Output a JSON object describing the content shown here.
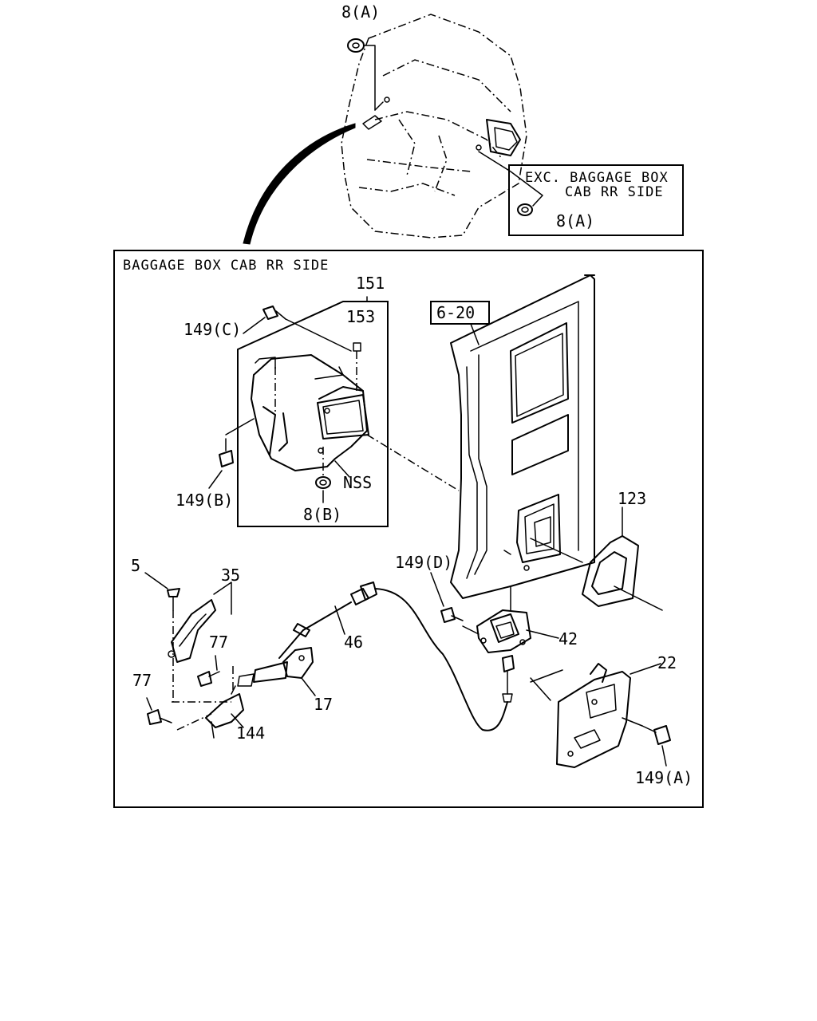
{
  "diagram": {
    "inset_caption_line1": "EXC. BAGGAGE BOX",
    "inset_caption_line2": "CAB RR SIDE",
    "main_caption": "BAGGAGE BOX CAB RR SIDE",
    "ref_box_label": "6-20",
    "labels": {
      "top_8a": "8(A)",
      "inset_8a": "8(A)",
      "p151": "151",
      "p153": "153",
      "p149c": "149(C)",
      "p149b": "149(B)",
      "nss": "NSS",
      "p8b": "8(B)",
      "p123": "123",
      "p149d": "149(D)",
      "p5": "5",
      "p35": "35",
      "p77a": "77",
      "p77b": "77",
      "p46": "46",
      "p42": "42",
      "p22": "22",
      "p17": "17",
      "p144": "144",
      "p149a": "149(A)"
    }
  }
}
